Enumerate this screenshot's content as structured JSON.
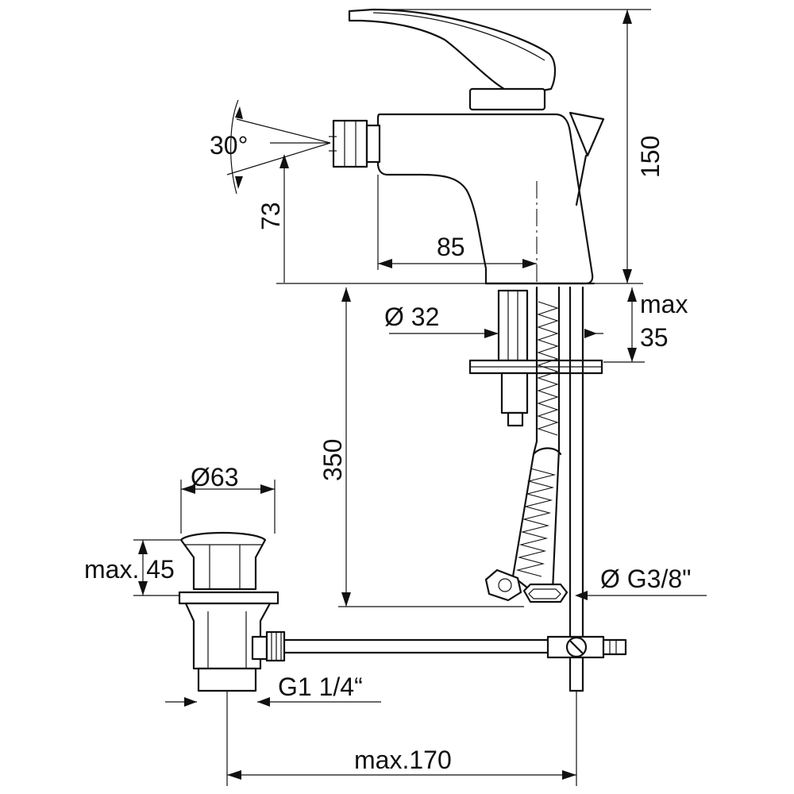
{
  "dimensions": {
    "spout_angle": "30°",
    "spout_height": "73",
    "total_height": "150",
    "spout_reach": "85",
    "shank_diameter": "Ø 32",
    "deck_thickness_line1": "max",
    "deck_thickness_line2": "35",
    "hose_length": "350",
    "waste_diameter": "Ø63",
    "waste_height": "max. 45",
    "hose_thread": "Ø G3/8\"",
    "waste_thread": "G1 1/4“",
    "rod_length": "max.170"
  }
}
